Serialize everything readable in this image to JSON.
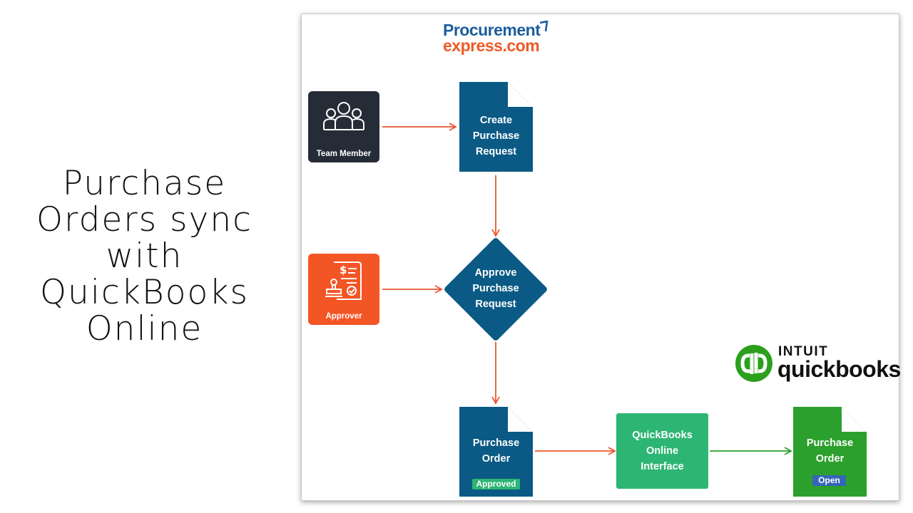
{
  "headline": {
    "lines": [
      "Purchase",
      "Orders sync",
      "with",
      "QuickBooks",
      "Online"
    ]
  },
  "logos": {
    "procurement_line1": "Procurement",
    "procurement_line2": "express.com",
    "intuit": "INTUIT",
    "quickbooks": "quickbooks"
  },
  "roles": {
    "team_member": "Team Member",
    "approver": "Approver"
  },
  "nodes": {
    "create_request": [
      "Create",
      "Purchase",
      "Request"
    ],
    "approve_request": [
      "Approve",
      "Purchase",
      "Request"
    ],
    "purchase_order": [
      "Purchase",
      "Order"
    ],
    "purchase_order_status": "Approved",
    "qbo_interface": [
      "QuickBooks",
      "Online",
      "Interface"
    ],
    "qbo_purchase_order": [
      "Purchase",
      "Order"
    ],
    "qbo_purchase_order_status": "Open"
  },
  "colors": {
    "team_member_bg": "#262c37",
    "approver_bg": "#f45525",
    "process_blue": "#0a5a85",
    "qbo_green": "#2db574",
    "po_green": "#2ca02c",
    "approved_badge": "#2db574",
    "open_badge": "#3565b7",
    "arrow_orange": "#e8572e",
    "arrow_green": "#2ca02c",
    "qb_logo_green": "#2ca01c"
  }
}
